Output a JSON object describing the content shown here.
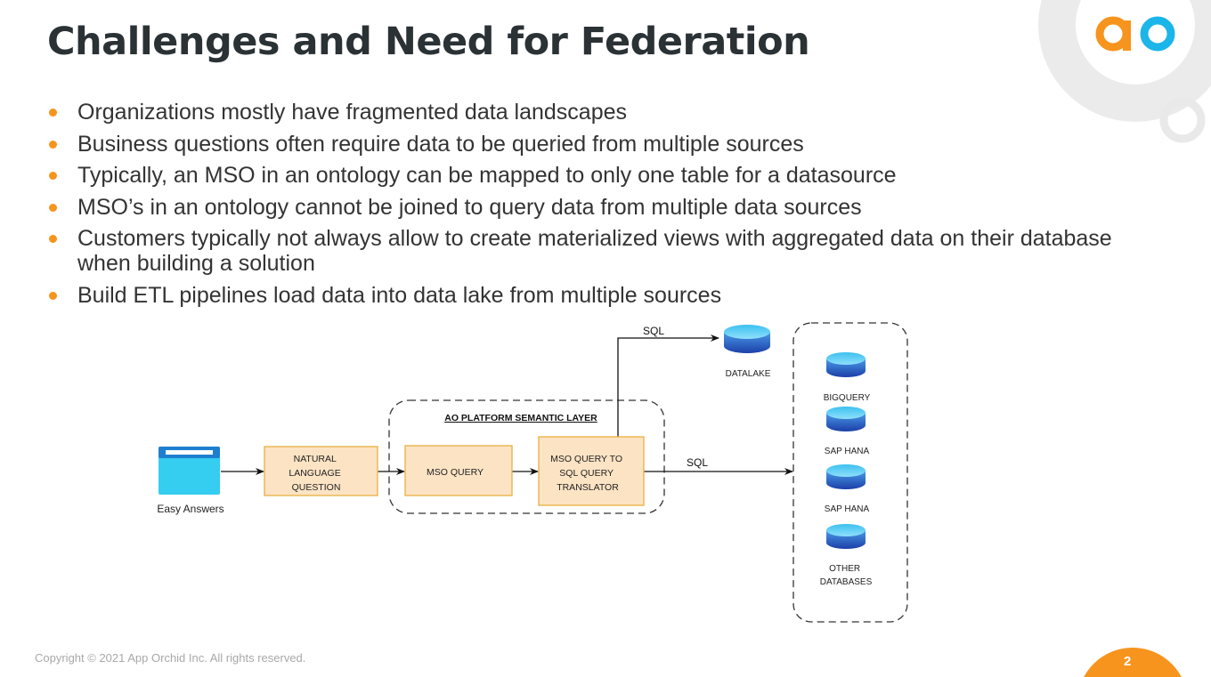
{
  "slide": {
    "title": "Challenges and Need for Federation",
    "bullets": [
      "Organizations mostly have fragmented data landscapes",
      "Business questions often require data to be queried from multiple sources",
      "Typically, an MSO in an ontology can be mapped to only one table for a datasource",
      "MSO’s in an ontology cannot be joined to query data from multiple data sources",
      "Customers typically not always allow to create materialized views with aggregated data on their database when building a solution",
      "Build ETL pipelines load data into data lake from multiple sources"
    ],
    "logo_text": "ao",
    "footer": "Copyright © 2021 App Orchid Inc. All rights reserved.",
    "page_number": "2"
  },
  "diagram": {
    "client_label": "Easy Answers",
    "nl_box": [
      "NATURAL",
      "LANGUAGE",
      "QUESTION"
    ],
    "group_label": "AO PLATFORM SEMANTIC LAYER",
    "mso_box": "MSO QUERY",
    "translator_box": [
      "MSO QUERY TO",
      "SQL QUERY",
      "TRANSLATOR"
    ],
    "sql_top": "SQL",
    "sql_right": "SQL",
    "datalake_label": "DATALAKE",
    "databases": [
      "BIGQUERY",
      "SAP HANA",
      "SAP HANA"
    ],
    "other_db": [
      "OTHER",
      "DATABASES"
    ]
  },
  "colors": {
    "accent_orange": "#f7941d",
    "logo_blue": "#1cb5ea",
    "box_fill": "#fce3c4",
    "box_border": "#e8b040",
    "db_blue": "#2a63c9"
  }
}
